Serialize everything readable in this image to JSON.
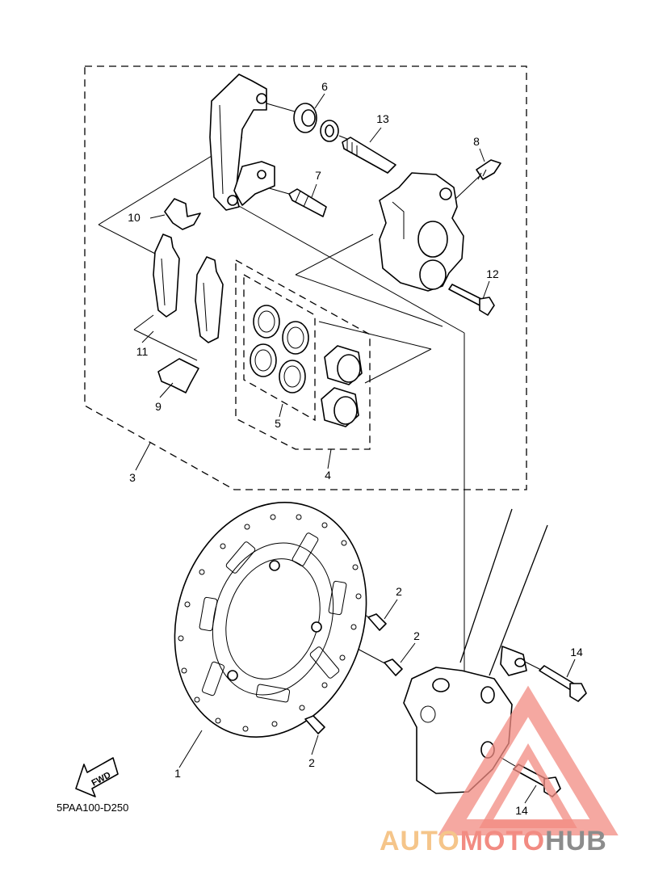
{
  "callouts": [
    {
      "id": "c1",
      "label": "1"
    },
    {
      "id": "c2a",
      "label": "2"
    },
    {
      "id": "c2b",
      "label": "2"
    },
    {
      "id": "c2c",
      "label": "2"
    },
    {
      "id": "c3",
      "label": "3"
    },
    {
      "id": "c4",
      "label": "4"
    },
    {
      "id": "c5",
      "label": "5"
    },
    {
      "id": "c6",
      "label": "6"
    },
    {
      "id": "c7",
      "label": "7"
    },
    {
      "id": "c8",
      "label": "8"
    },
    {
      "id": "c9",
      "label": "9"
    },
    {
      "id": "c10",
      "label": "10"
    },
    {
      "id": "c11",
      "label": "11"
    },
    {
      "id": "c12",
      "label": "12"
    },
    {
      "id": "c13",
      "label": "13"
    },
    {
      "id": "c14a",
      "label": "14"
    },
    {
      "id": "c14b",
      "label": "14"
    }
  ],
  "diagram_code": "5PAA100-D250",
  "fwd_label": "FWD",
  "watermark": {
    "part1": "AUTO",
    "part2": "MOTO",
    "part3": "HUB",
    "colors": {
      "part1": "#f5c58a",
      "part2": "#f28b82",
      "part3": "#8c8c8c",
      "triangle": "#f28b82"
    }
  }
}
